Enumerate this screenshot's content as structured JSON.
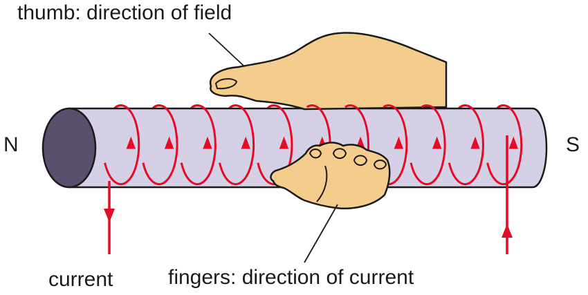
{
  "labels": {
    "thumb": "thumb: direction of field",
    "north": "N",
    "south": "S",
    "current": "current",
    "fingers": "fingers: direction of current"
  },
  "colors": {
    "wire": "#e30b25",
    "rod": "#d5d0e6",
    "rod_outline": "#1a1a1a",
    "rod_end": "#5a4f6c",
    "hand": "#f4cd8c",
    "outline": "#1a1a1a"
  },
  "diagram": {
    "coil_turns": 11,
    "wire_arrow_left": "down",
    "wire_arrow_right": "up"
  }
}
